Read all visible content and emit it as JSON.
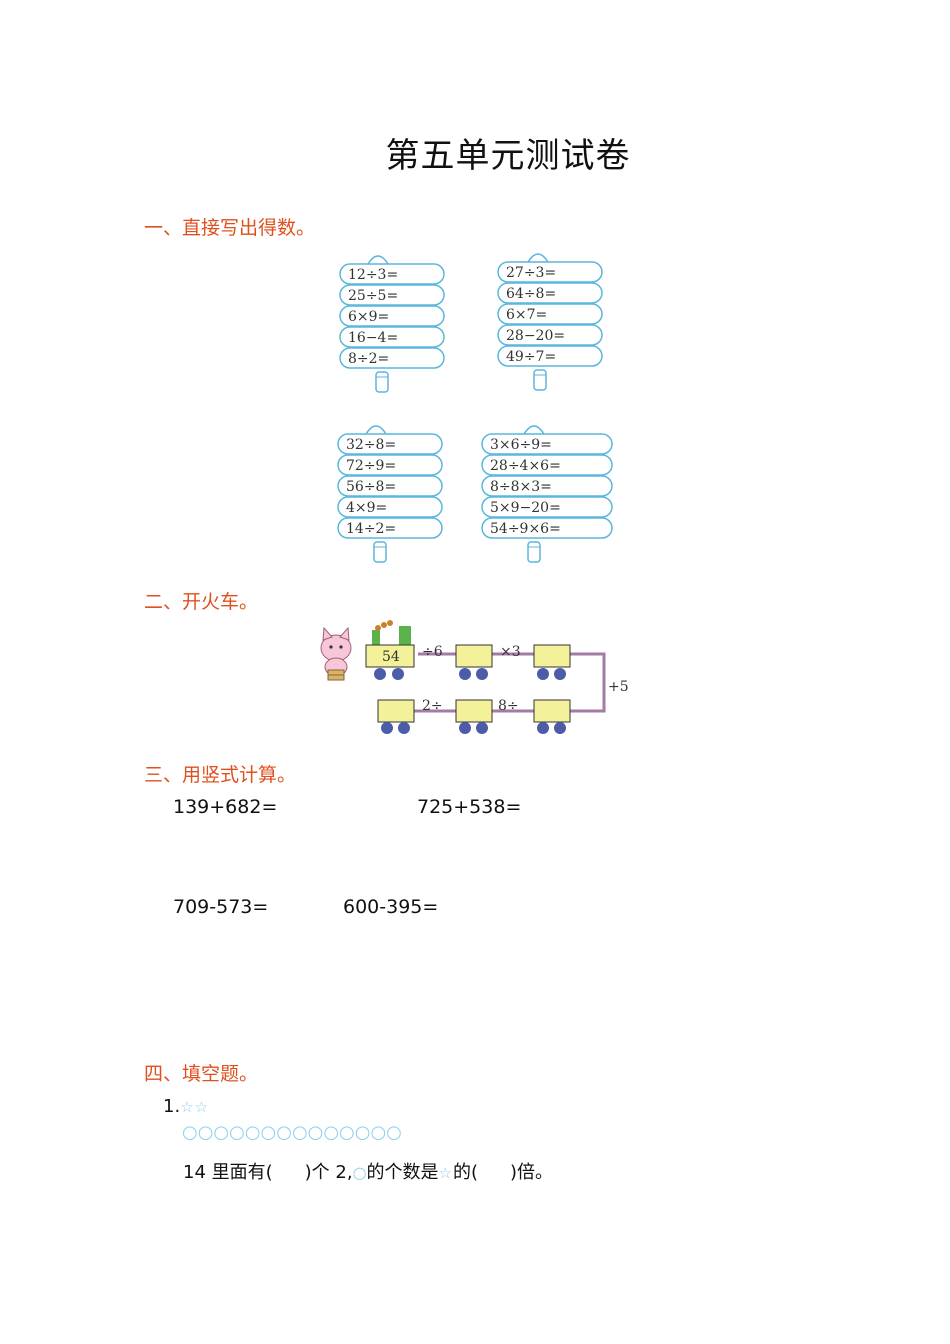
{
  "title": "第五单元测试卷",
  "sections": {
    "s1": "一、直接写出得数。",
    "s2": "二、开火车。",
    "s3": "三、用竖式计算。",
    "s4": "四、填空题。"
  },
  "cards": [
    {
      "items": [
        "12÷3=",
        "25÷5=",
        "6×9=",
        "16−4=",
        "8÷2="
      ]
    },
    {
      "items": [
        "27÷3=",
        "64÷8=",
        "6×7=",
        "28−20=",
        "49÷7="
      ]
    },
    {
      "items": [
        "32÷8=",
        "72÷9=",
        "56÷8=",
        "4×9=",
        "14÷2="
      ]
    },
    {
      "items": [
        "3×6÷9=",
        "28÷4×6=",
        "8÷8×3=",
        "5×9−20=",
        "54÷9×6="
      ]
    }
  ],
  "train": {
    "start": "54",
    "op1": "÷6",
    "op2": "×3",
    "op3": "+5",
    "op4": "8÷",
    "op5": "2÷"
  },
  "vertical": {
    "p1": "139+682=",
    "p2": "725+538=",
    "p3": "709-573=",
    "p4": "600-395="
  },
  "fill": {
    "num": "1.",
    "stars": "☆☆",
    "circles": "○○○○○○○○○○○○○○",
    "q_part1": "14 里面有(",
    "q_part2": ")个 2,",
    "q_circle": "○",
    "q_part3": "的个数是",
    "q_star": "☆",
    "q_part4": "的(",
    "q_part5": ")倍。"
  }
}
